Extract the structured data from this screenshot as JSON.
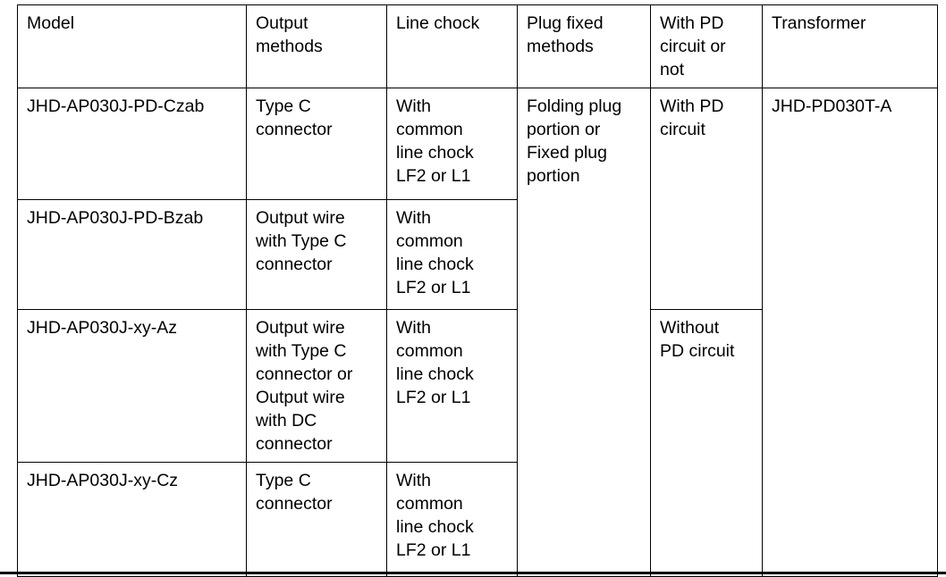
{
  "table": {
    "columns": [
      {
        "key": "model",
        "label": "Model"
      },
      {
        "key": "output",
        "label": "Output\nmethods"
      },
      {
        "key": "chock",
        "label": "Line chock"
      },
      {
        "key": "plug",
        "label": "Plug fixed\nmethods"
      },
      {
        "key": "pd",
        "label": "With PD\ncircuit or\nnot"
      },
      {
        "key": "transformer",
        "label": "Transformer"
      }
    ],
    "rows": [
      {
        "model": "JHD-AP030J-PD-Czab",
        "output": "Type C\nconnector",
        "chock": "With\ncommon\nline chock\nLF2 or L1"
      },
      {
        "model": "JHD-AP030J-PD-Bzab",
        "output": "Output wire\nwith Type C\nconnector",
        "chock": "With\ncommon\nline chock\nLF2 or L1"
      },
      {
        "model": "JHD-AP030J-xy-Az",
        "output": "Output wire\nwith Type C\nconnector or\nOutput wire\nwith DC\nconnector",
        "chock": "With\ncommon\nline chock\nLF2 or L1"
      },
      {
        "model": "JHD-AP030J-xy-Cz",
        "output": "Type C\nconnector",
        "chock": "With\ncommon\nline chock\nLF2 or L1"
      }
    ],
    "merged": {
      "plug_all_rows": "Folding plug\nportion or\nFixed plug\nportion",
      "pd_rows_1_2": "With PD\ncircuit",
      "pd_rows_3_4": "Without\nPD circuit",
      "transformer_all_rows": "JHD-PD030T-A"
    }
  },
  "colors": {
    "text": "#000000",
    "border": "#000000",
    "background": "#ffffff"
  }
}
